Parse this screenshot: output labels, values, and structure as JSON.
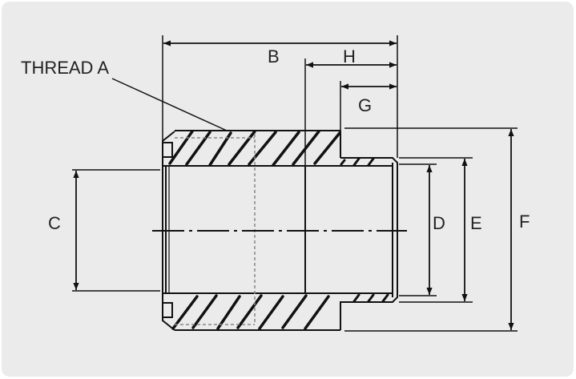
{
  "diagram": {
    "title_label": "THREAD A",
    "dimensions": {
      "B": "B",
      "H": "H",
      "G": "G",
      "C": "C",
      "D": "D",
      "E": "E",
      "F": "F"
    },
    "colors": {
      "background": "#ebebeb",
      "line": "#111111",
      "hidden_line": "#888888"
    }
  }
}
